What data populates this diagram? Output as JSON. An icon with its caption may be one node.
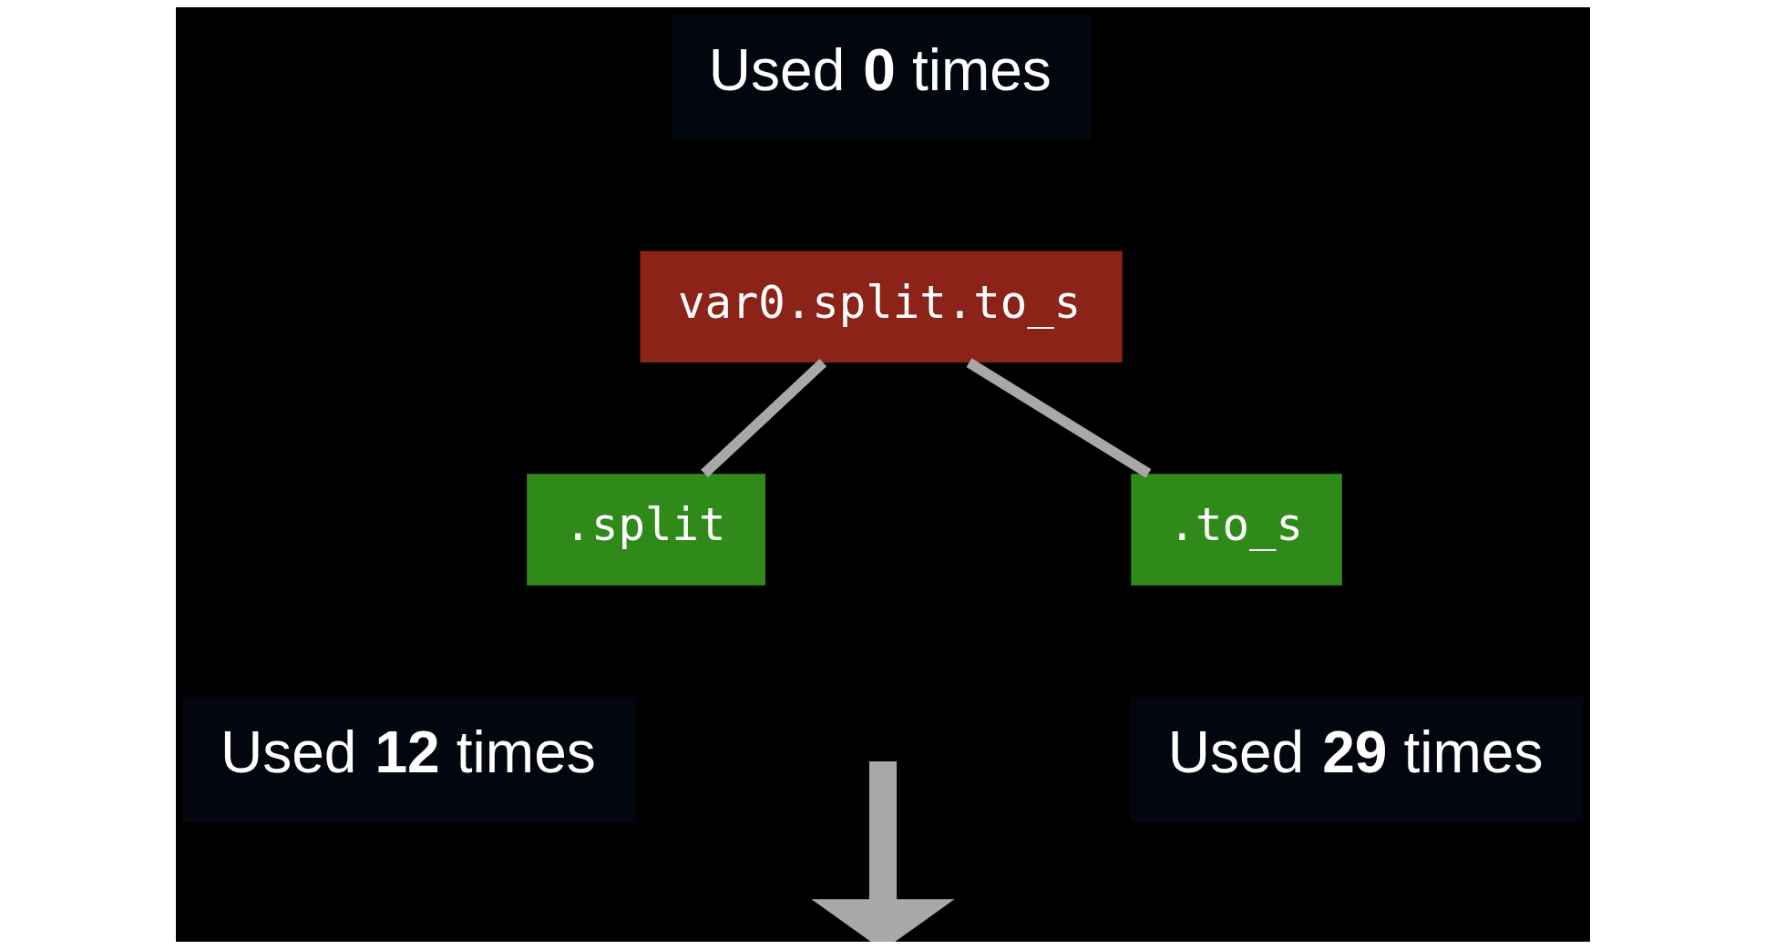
{
  "diagram": {
    "nodes": [
      {
        "text": [
          "var0.split.to_s"
        ],
        "beside": [
          "Used **0** times"
        ]
      },
      {
        "text": [
          ".split"
        ],
        "beside": [
          "Used **12** times"
        ]
      },
      {
        "text": [
          ".to_s"
        ],
        "beside": [
          "Used **29** times"
        ]
      }
    ],
    "edges": [
      {
        "from": 0,
        "to": 1,
        "arrow": "none"
      },
      {
        "from": 0,
        "to": 2,
        "arrow": "none"
      }
    ]
  }
}
